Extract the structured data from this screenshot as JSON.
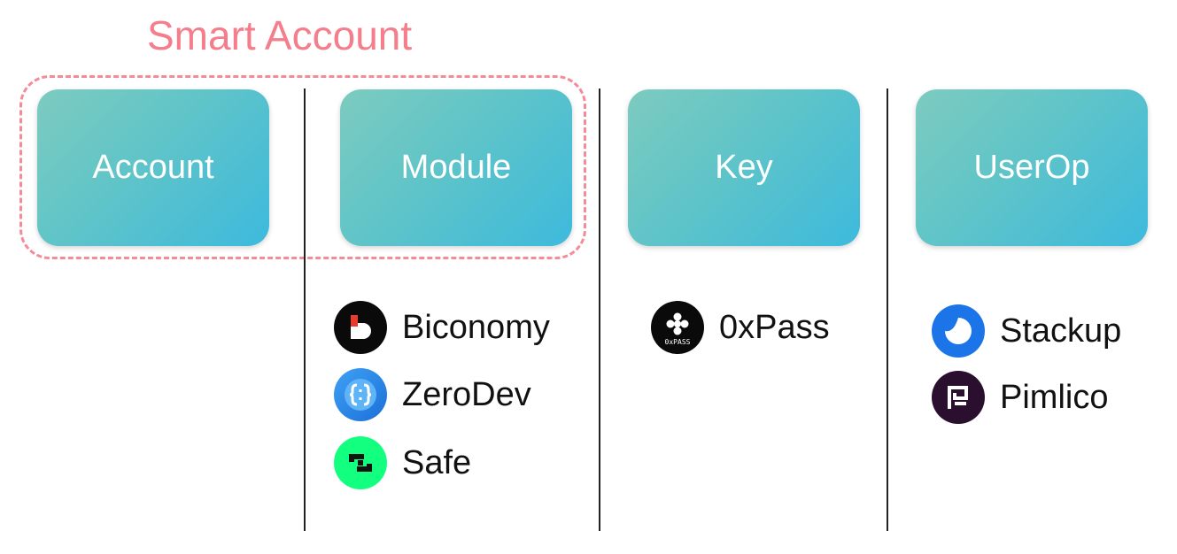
{
  "title": "Smart Account",
  "columns": [
    {
      "label": "Account",
      "providers": []
    },
    {
      "label": "Module",
      "providers": [
        {
          "name": "Biconomy",
          "icon": "biconomy-icon"
        },
        {
          "name": "ZeroDev",
          "icon": "zerodev-icon"
        },
        {
          "name": "Safe",
          "icon": "safe-icon"
        }
      ]
    },
    {
      "label": "Key",
      "providers": [
        {
          "name": "0xPass",
          "icon": "0xpass-icon",
          "icon_text": "0xPASS"
        }
      ]
    },
    {
      "label": "UserOp",
      "providers": [
        {
          "name": "Stackup",
          "icon": "stackup-icon"
        },
        {
          "name": "Pimlico",
          "icon": "pimlico-icon"
        }
      ]
    }
  ],
  "colors": {
    "title": "#f47e8c",
    "group_border": "#f48b98",
    "box_gradient_start": "#7dcbbf",
    "box_gradient_end": "#3dbadd"
  }
}
